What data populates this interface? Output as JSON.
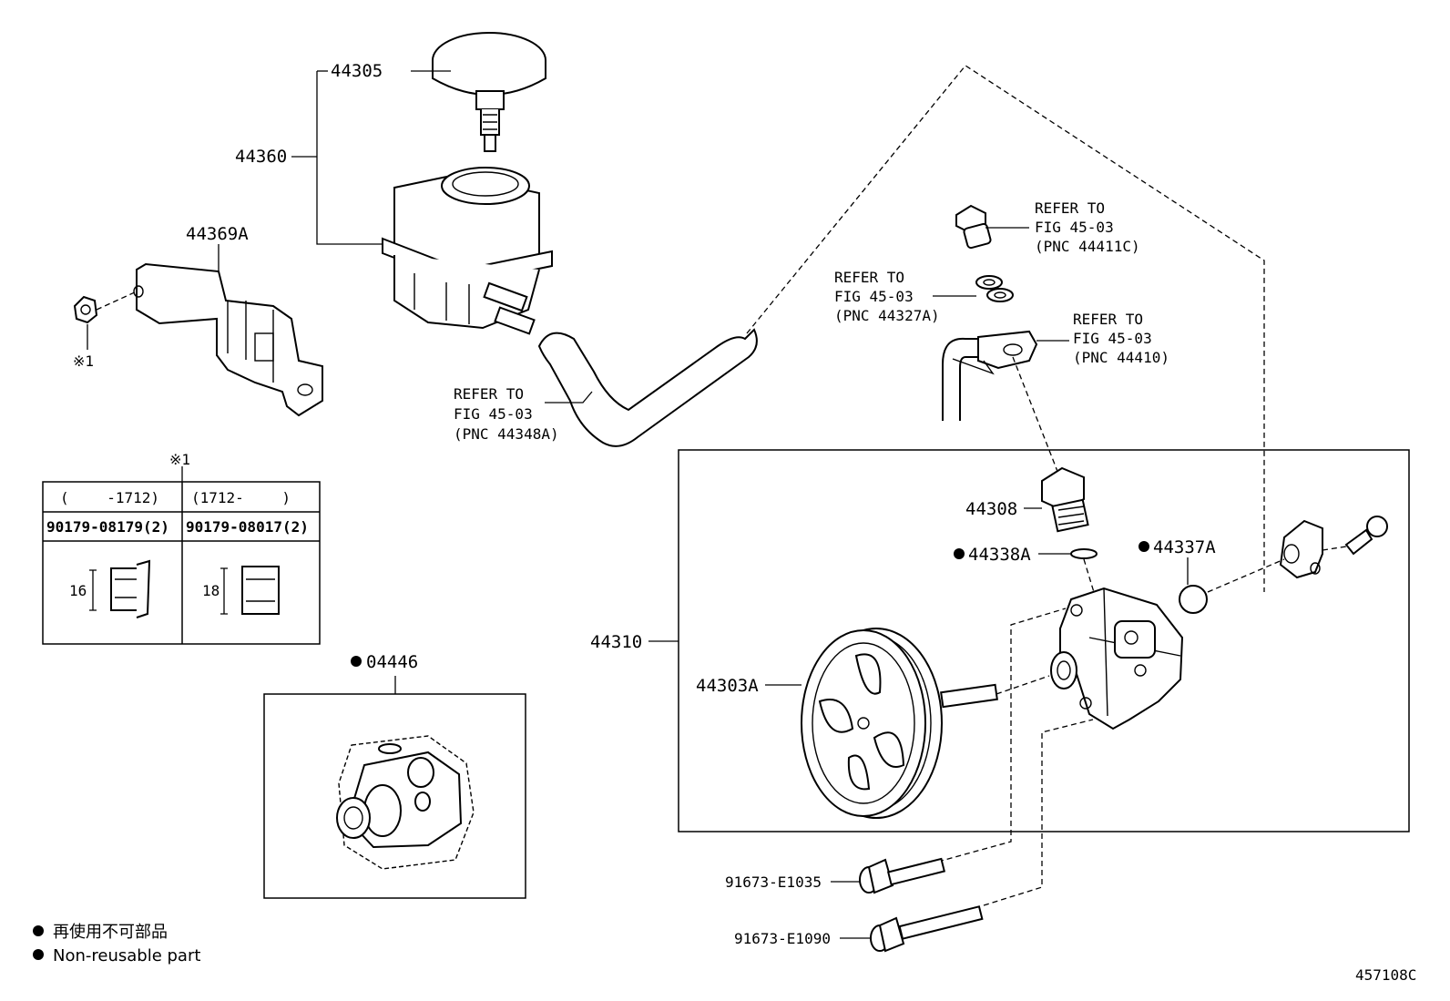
{
  "labels": {
    "p44305": "44305",
    "p44360": "44360",
    "p44369A": "44369A",
    "note1_bracket": "※1",
    "refer_hose": [
      "REFER TO",
      "FIG 45-03",
      "(PNC 44348A)"
    ],
    "refer_union": [
      "REFER TO",
      "FIG 45-03",
      "(PNC 44411C)"
    ],
    "refer_gasket": [
      "REFER TO",
      "FIG 45-03",
      "(PNC 44327A)"
    ],
    "refer_pipe": [
      "REFER TO",
      "FIG 45-03",
      "(PNC 44410)"
    ],
    "p44308": "44308",
    "p44338A": "44338A",
    "p44337A": "44337A",
    "p44310": "44310",
    "p44303A": "44303A",
    "p04446": "04446",
    "bolt1": "91673-E1035",
    "bolt2": "91673-E1090",
    "note1_table": "※1"
  },
  "nut_table": {
    "headers": [
      "(　　 -1712)",
      "(1712-　　 )"
    ],
    "part_numbers": [
      "90179-08179(2)",
      "90179-08017(2)"
    ],
    "dimensions": [
      "16",
      "18"
    ]
  },
  "legend": {
    "jp": "再使用不可部品",
    "en": "Non-reusable part"
  },
  "figure_id": "457108C"
}
